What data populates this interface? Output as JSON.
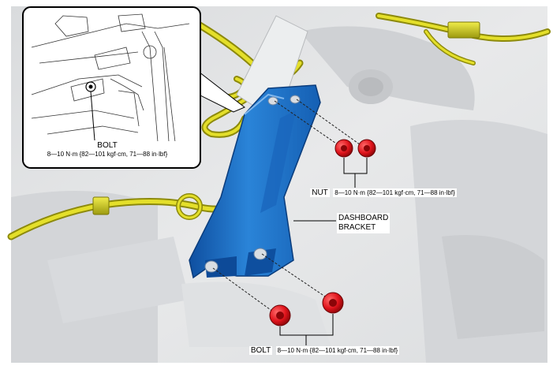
{
  "labels": {
    "inset_bolt": {
      "name": "BOLT",
      "torque": "8—10 N·m {82—101 kgf·cm, 71—88 in·lbf}"
    },
    "nut": {
      "name": "NUT",
      "torque": "8—10 N·m {82—101 kgf·cm, 71—88 in·lbf}"
    },
    "bracket": {
      "line1": "DASHBOARD",
      "line2": "BRACKET"
    },
    "bolt": {
      "name": "BOLT",
      "torque": "8—10 N·m {82—101 kgf·cm, 71—88 in·lbf}"
    }
  },
  "colors": {
    "bracket": "#1f6fc4",
    "fastener": "#e0141c",
    "harness": "#d6d21c",
    "body_panel": "#e2e4e6"
  }
}
